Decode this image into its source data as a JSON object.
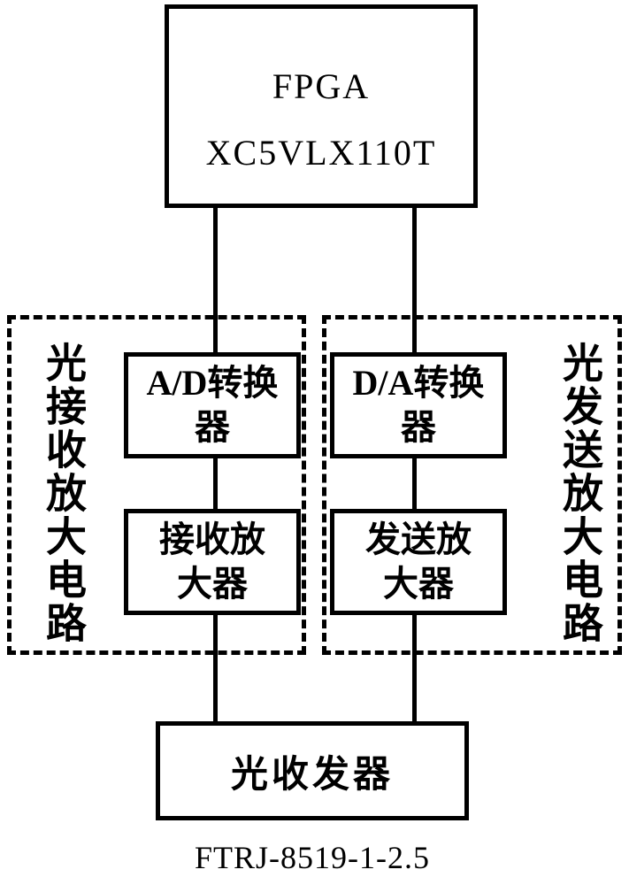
{
  "diagram": {
    "fpga": {
      "line1": "FPGA",
      "line2": "XC5VLX110T"
    },
    "left_group": {
      "label": "光接收放大电路",
      "adc": {
        "line1": "A/D转换",
        "line2": "器"
      },
      "rx_amp": {
        "line1": "接收放",
        "line2": "大器"
      }
    },
    "right_group": {
      "label": "光发送放大电路",
      "dac": {
        "line1": "D/A转换",
        "line2": "器"
      },
      "tx_amp": {
        "line1": "发送放",
        "line2": "大器"
      }
    },
    "transceiver": {
      "label": "光收发器"
    },
    "caption": "FTRJ-8519-1-2.5"
  }
}
